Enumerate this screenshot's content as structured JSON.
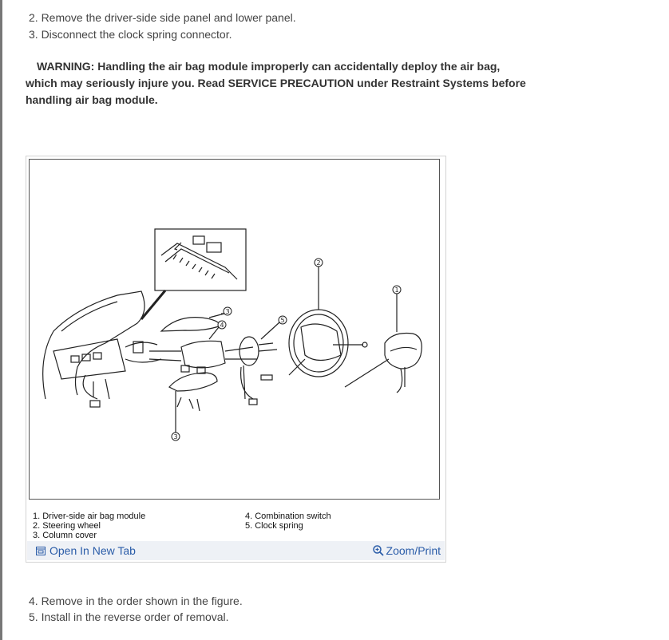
{
  "steps_before": [
    "2. Remove the driver-side side panel and lower panel.",
    "3. Disconnect the clock spring connector."
  ],
  "warning": "WARNING: Handling the air bag module improperly can accidentally deploy the air bag, which may seriously injure you. Read SERVICE PRECAUTION under Restraint Systems before handling air bag module.",
  "figure": {
    "callouts": [
      "1",
      "2",
      "3",
      "4",
      "5",
      "3"
    ],
    "captions_col1": [
      "1. Driver-side air bag module",
      "2. Steering wheel",
      "3. Column cover"
    ],
    "captions_col2": [
      "4. Combination switch",
      "5. Clock spring"
    ],
    "open_tab_label": "Open In New Tab",
    "zoom_label": "Zoom/Print",
    "link_color": "#2a5ca8"
  },
  "steps_after": [
    "4. Remove in the order shown in the figure.",
    "5. Install in the reverse order of removal."
  ]
}
